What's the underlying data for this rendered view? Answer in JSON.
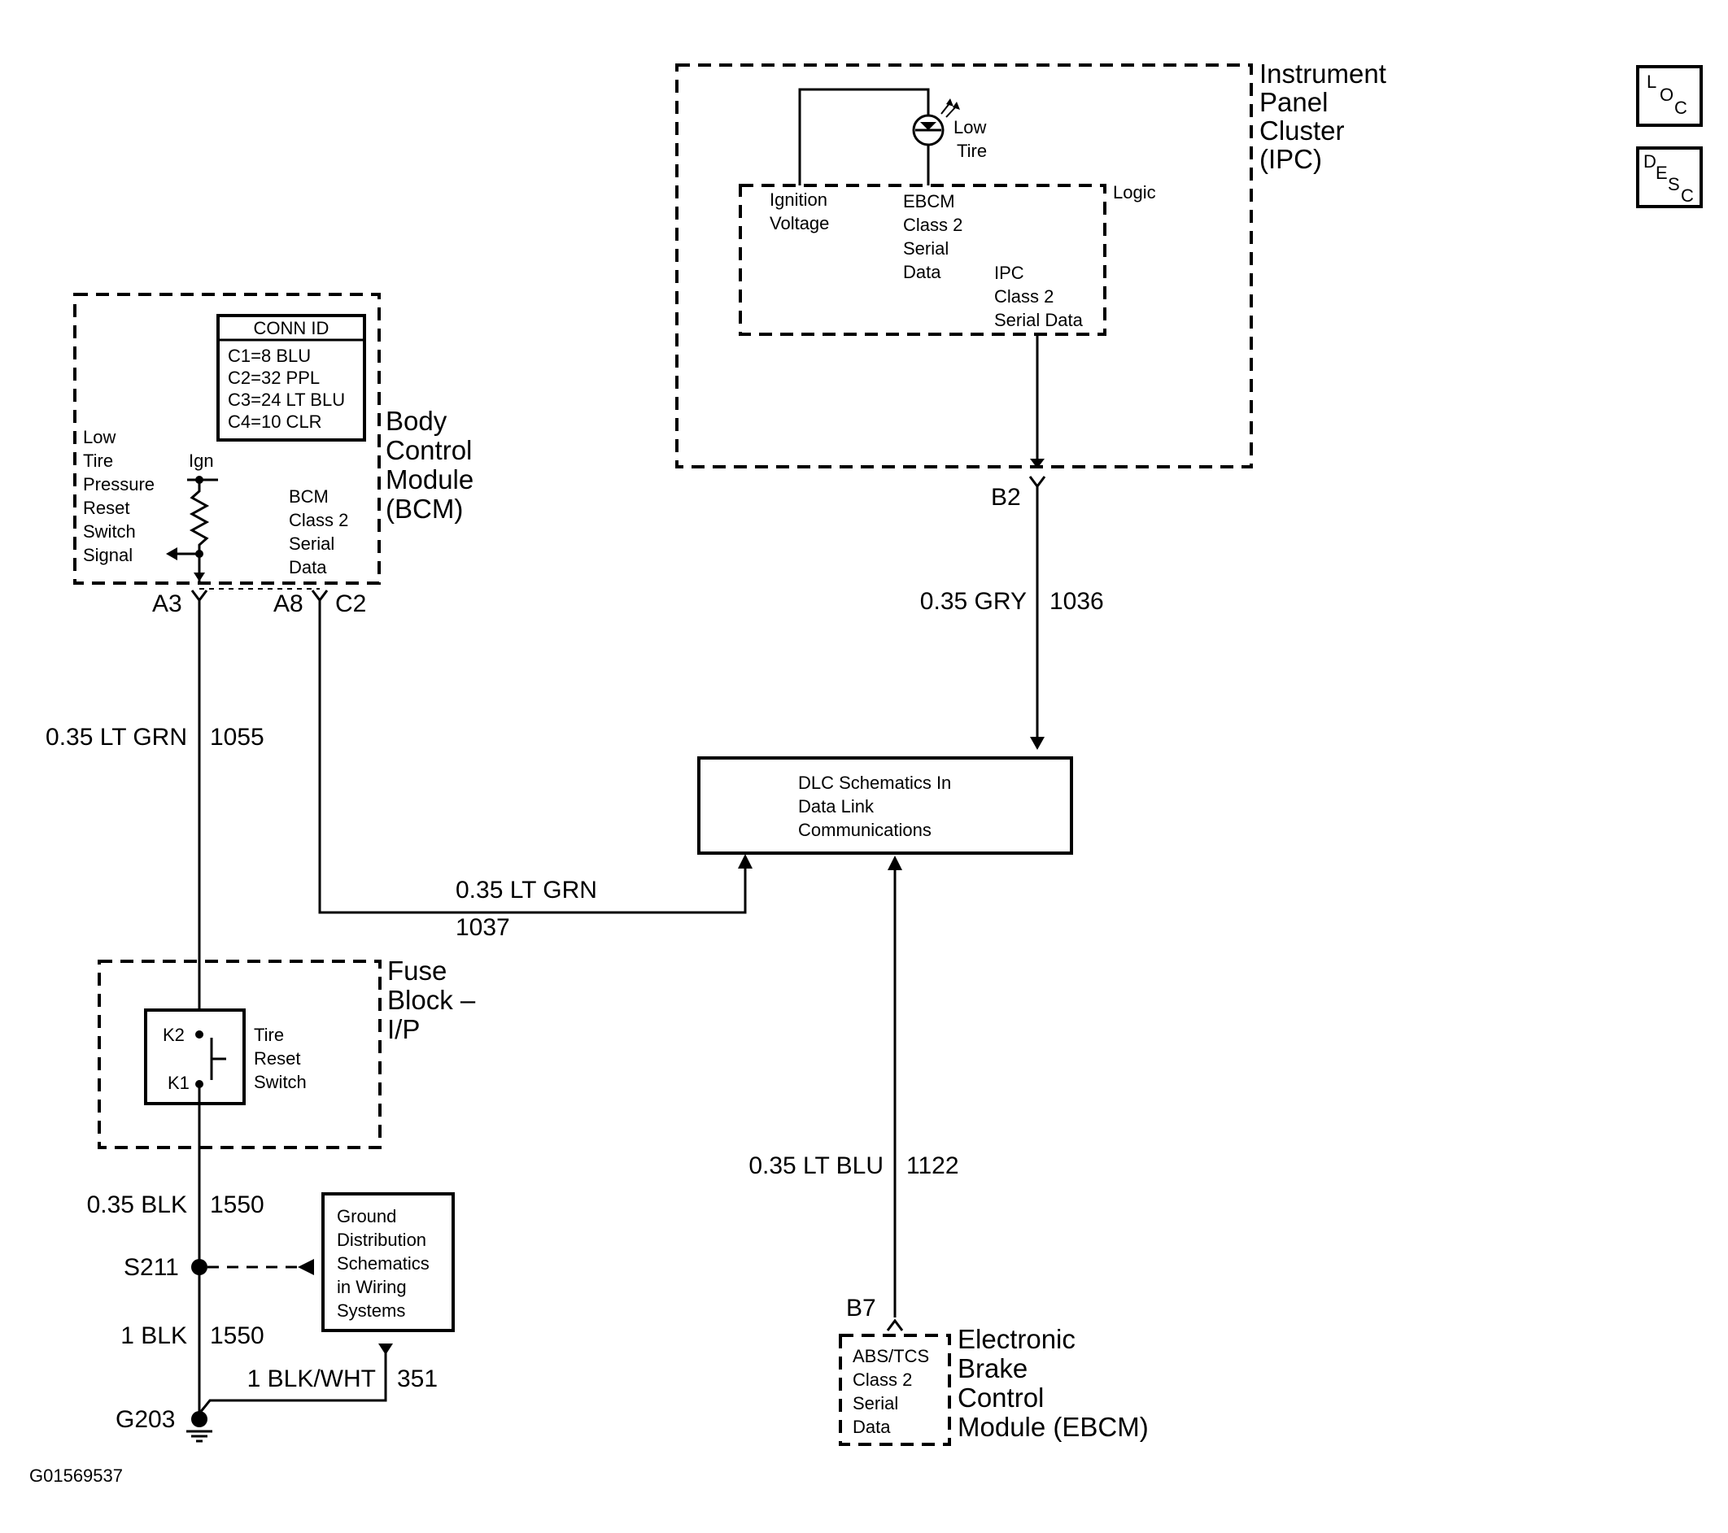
{
  "ipc": {
    "name": [
      "Instrument",
      "Panel",
      "Cluster",
      "(IPC)"
    ],
    "lamp": [
      "Low",
      "Tire"
    ],
    "logic": "Logic",
    "ignition": [
      "Ignition",
      "Voltage"
    ],
    "ebcm_data": [
      "EBCM",
      "Class 2",
      "Serial",
      "Data"
    ],
    "ipc_data": [
      "IPC",
      "Class 2",
      "Serial Data"
    ],
    "pin": "B2"
  },
  "bcm": {
    "name": [
      "Body",
      "Control",
      "Module",
      "(BCM)"
    ],
    "conn_id": {
      "title": "CONN ID",
      "rows": [
        "C1=8 BLU",
        "C2=32 PPL",
        "C3=24 LT BLU",
        "C4=10 CLR"
      ]
    },
    "switch_signal": [
      "Low",
      "Tire",
      "Pressure",
      "Reset",
      "Switch",
      "Signal"
    ],
    "ign": "Ign",
    "serial_data": [
      "BCM",
      "Class 2",
      "Serial",
      "Data"
    ],
    "pin_a3": "A3",
    "pin_a8": "A8",
    "conn_c2": "C2"
  },
  "wires": {
    "w1055": {
      "gauge": "0.35 LT GRN",
      "circuit": "1055"
    },
    "w1037": {
      "gauge": "0.35 LT GRN",
      "circuit": "1037"
    },
    "w1036": {
      "gauge": "0.35 GRY",
      "circuit": "1036"
    },
    "w1122": {
      "gauge": "0.35 LT BLU",
      "circuit": "1122"
    },
    "w1550a": {
      "gauge": "0.35 BLK",
      "circuit": "1550"
    },
    "w1550b": {
      "gauge": "1 BLK",
      "circuit": "1550"
    },
    "w351": {
      "gauge": "1 BLK/WHT",
      "circuit": "351"
    }
  },
  "dlc": [
    "DLC Schematics In",
    "Data Link",
    "Communications"
  ],
  "fuse_block": {
    "name": [
      "Fuse",
      "Block –",
      "I/P"
    ],
    "switch": [
      "Tire",
      "Reset",
      "Switch"
    ],
    "pin_k2": "K2",
    "pin_k1": "K1"
  },
  "splice": "S211",
  "ground": "G203",
  "ground_dist": [
    "Ground",
    "Distribution",
    "Schematics",
    "in Wiring",
    "Systems"
  ],
  "ebcm": {
    "name": [
      "Electronic",
      "Brake",
      "Control",
      "Module (EBCM)"
    ],
    "serial_data": [
      "ABS/TCS",
      "Class 2",
      "Serial",
      "Data"
    ],
    "pin": "B7"
  },
  "icons": {
    "loc": [
      "L",
      "O",
      "C"
    ],
    "desc": [
      "D",
      "E",
      "S",
      "C"
    ]
  },
  "figure_id": "G01569537"
}
